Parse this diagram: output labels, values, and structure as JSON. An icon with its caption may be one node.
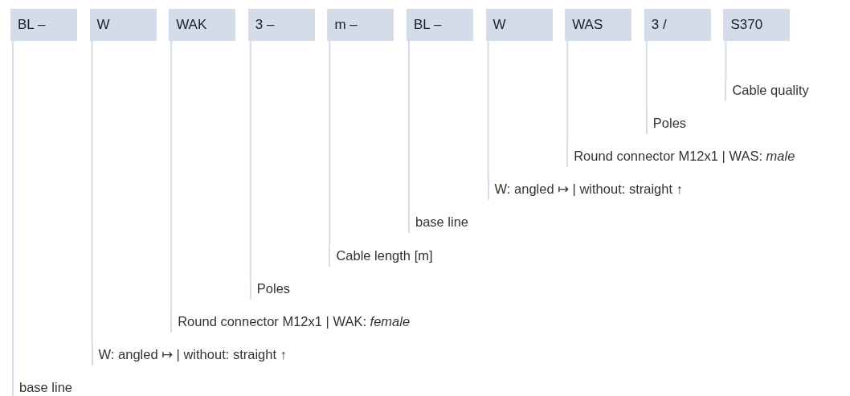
{
  "diagram": {
    "nodes": [
      {
        "text": [
          "BL –"
        ]
      },
      {
        "text": [
          "W"
        ]
      },
      {
        "text": [
          "WAK"
        ]
      },
      {
        "text": [
          "3 –"
        ]
      },
      {
        "text": [
          "m –"
        ]
      },
      {
        "text": [
          "BL –"
        ]
      },
      {
        "text": [
          "W"
        ]
      },
      {
        "text": [
          "WAS"
        ]
      },
      {
        "text": [
          "3 /"
        ]
      },
      {
        "text": [
          "S370"
        ]
      },
      {
        "text": [
          "Cable quality"
        ]
      },
      {
        "text": [
          "Poles"
        ]
      },
      {
        "text": [
          "Round connector M12x1 | WAS: *male*"
        ]
      },
      {
        "text": [
          "W: angled ↦ | without: straight ↑"
        ]
      },
      {
        "text": [
          "base line"
        ]
      },
      {
        "text": [
          "Cable length [m]"
        ]
      },
      {
        "text": [
          "Poles"
        ]
      },
      {
        "text": [
          "Round connector M12x1 | WAK: *female*"
        ]
      },
      {
        "text": [
          "W: angled ↦ | without: straight ↑"
        ]
      },
      {
        "text": [
          "base line"
        ]
      }
    ],
    "edges": [
      {
        "from": 9,
        "to": 10,
        "arrow": "none"
      },
      {
        "from": 8,
        "to": 11,
        "arrow": "none"
      },
      {
        "from": 7,
        "to": 12,
        "arrow": "none"
      },
      {
        "from": 6,
        "to": 13,
        "arrow": "none"
      },
      {
        "from": 5,
        "to": 14,
        "arrow": "none"
      },
      {
        "from": 4,
        "to": 15,
        "arrow": "none"
      },
      {
        "from": 3,
        "to": 16,
        "arrow": "none"
      },
      {
        "from": 2,
        "to": 17,
        "arrow": "none"
      },
      {
        "from": 1,
        "to": 18,
        "arrow": "none"
      },
      {
        "from": 0,
        "to": 19,
        "arrow": "none"
      }
    ]
  }
}
